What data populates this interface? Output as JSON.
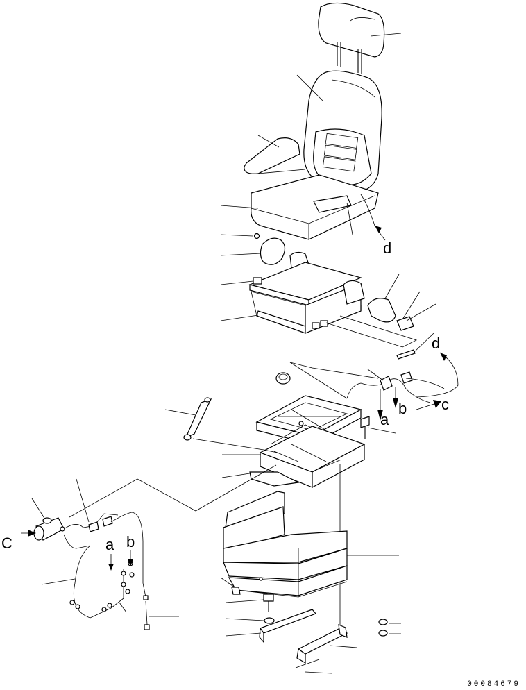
{
  "callout_letters": {
    "d_upper": "d",
    "d_right": "d",
    "a_right": "a",
    "b_right": "b",
    "c_right": "c",
    "a_left": "a",
    "b_left": "b",
    "c_left": "C"
  },
  "catalog_number": "00084679"
}
